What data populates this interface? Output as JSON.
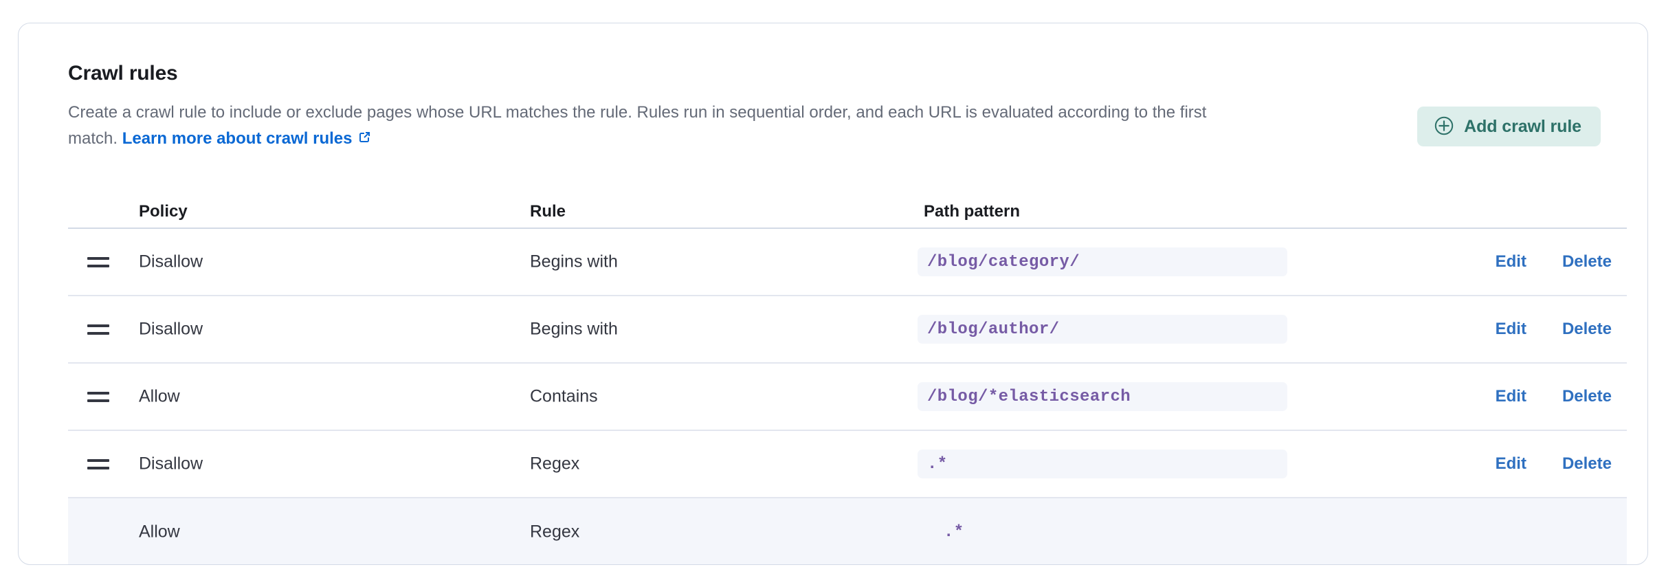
{
  "panel": {
    "title": "Crawl rules",
    "description_part1": "Create a crawl rule to include or exclude pages whose URL matches the rule. Rules run in sequential order, and each URL is evaluated according to the first match. ",
    "learn_more_label": "Learn more about crawl rules",
    "learn_more_icon": "external-link-icon"
  },
  "add_button": {
    "label": "Add crawl rule",
    "icon": "plus-in-circle-icon",
    "background": "#ddeeeb",
    "text_color": "#2d7168"
  },
  "table": {
    "columns": [
      "Policy",
      "Rule",
      "Path pattern"
    ],
    "actions": {
      "edit_label": "Edit",
      "delete_label": "Delete",
      "link_color": "#2f70c0"
    },
    "drag_handle_icon": "drag-handle-icon",
    "code_color": "#765ba5",
    "chip_background": "#f4f6fb",
    "rows": [
      {
        "policy": "Disallow",
        "rule": "Begins with",
        "path_pattern": "/blog/category/",
        "draggable": true,
        "has_actions": true,
        "highlighted": false,
        "chip": true
      },
      {
        "policy": "Disallow",
        "rule": "Begins with",
        "path_pattern": "/blog/author/",
        "draggable": true,
        "has_actions": true,
        "highlighted": false,
        "chip": true
      },
      {
        "policy": "Allow",
        "rule": "Contains",
        "path_pattern": "/blog/*elasticsearch",
        "draggable": true,
        "has_actions": true,
        "highlighted": false,
        "chip": true
      },
      {
        "policy": "Disallow",
        "rule": "Regex",
        "path_pattern": ".*",
        "draggable": true,
        "has_actions": true,
        "highlighted": false,
        "chip": true
      },
      {
        "policy": "Allow",
        "rule": "Regex",
        "path_pattern": ".*",
        "draggable": false,
        "has_actions": false,
        "highlighted": true,
        "chip": false
      }
    ]
  }
}
